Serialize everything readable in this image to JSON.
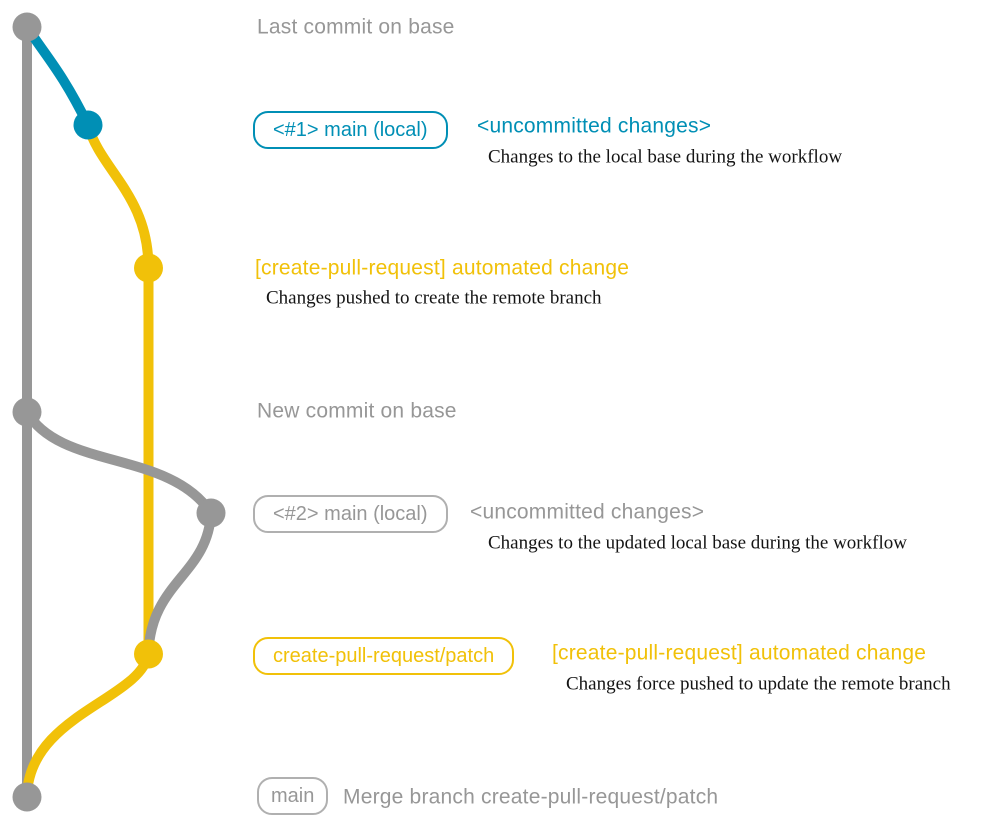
{
  "colors": {
    "gray": "#979797",
    "blue": "#008fb5",
    "yellow": "#f1c109",
    "caption": "#141414",
    "pill-gray-border": "#b0b0b0"
  },
  "rows": {
    "last_commit": {
      "label": "Last commit on base"
    },
    "local1": {
      "pill": "<#1> main (local)",
      "status": "<uncommitted changes>",
      "caption": "Changes to the local base during the workflow"
    },
    "push1": {
      "label": "[create-pull-request] automated change",
      "caption": "Changes pushed to create the remote branch"
    },
    "new_commit": {
      "label": "New commit on base"
    },
    "local2": {
      "pill": "<#2> main (local)",
      "status": "<uncommitted changes>",
      "caption": "Changes to the updated local base during the workflow"
    },
    "push2": {
      "pill": "create-pull-request/patch",
      "label": "[create-pull-request] automated change",
      "caption": "Changes force pushed to update the remote branch"
    },
    "merge": {
      "pill": "main",
      "label": "Merge branch create-pull-request/patch"
    }
  }
}
